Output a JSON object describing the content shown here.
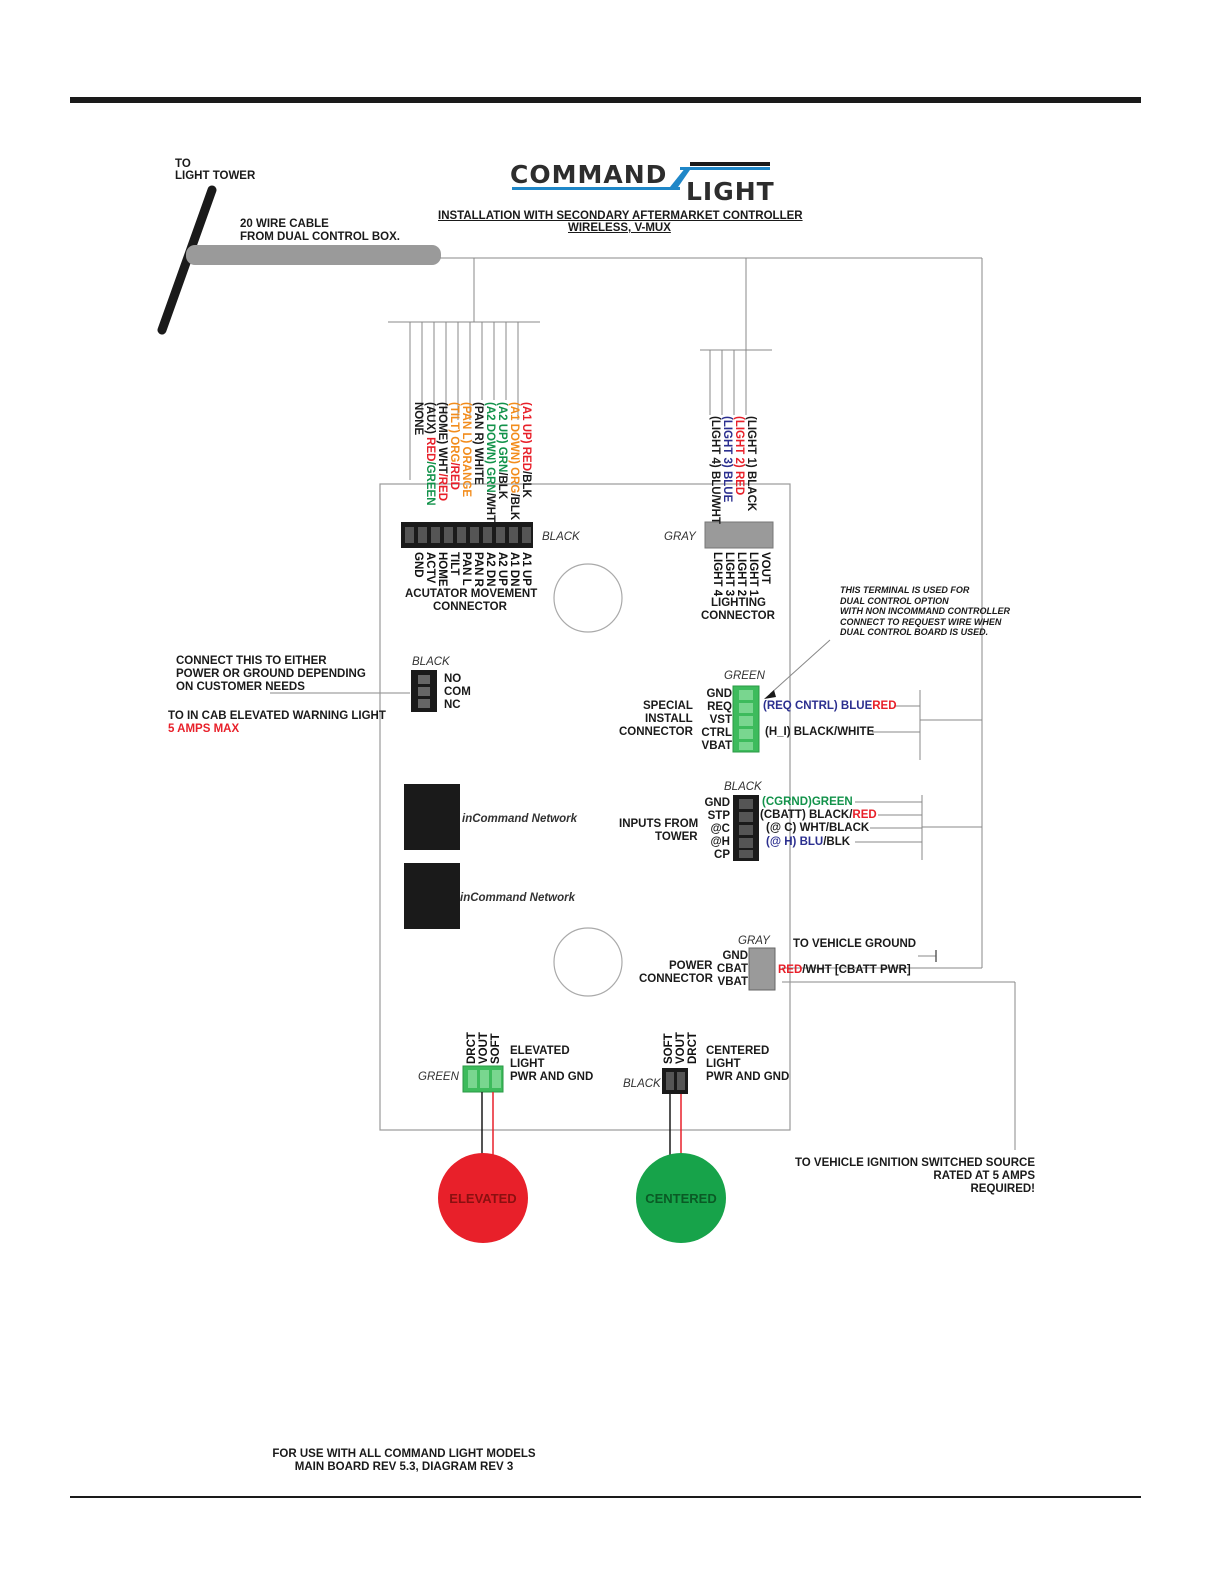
{
  "logo": {
    "word1": "COMMAND",
    "word2": "LIGHT"
  },
  "header": {
    "line1": "INSTALLATION WITH SECONDARY AFTERMARKET CONTROLLER",
    "line2": "WIRELESS, V-MUX"
  },
  "tower": {
    "line1": "TO",
    "line2": "LIGHT TOWER"
  },
  "cable": {
    "line1": "20 WIRE CABLE",
    "line2": "FROM DUAL CONTROL BOX."
  },
  "actuator": {
    "color": "BLACK",
    "wires": [
      {
        "pre": "(A1 UP) ",
        "pre_color": "red",
        "a": "RED",
        "a_color": "red",
        "b": "/BLK",
        "b_color": "black"
      },
      {
        "pre": "(A1 DOWN) ",
        "pre_color": "orange",
        "a": "ORG",
        "a_color": "orange",
        "b": "/BLK",
        "b_color": "black"
      },
      {
        "pre": "(A2 UP) ",
        "pre_color": "green",
        "a": "GRN",
        "a_color": "green",
        "b": "/BLK",
        "b_color": "black"
      },
      {
        "pre": "(A2 DOWN) ",
        "pre_color": "green",
        "a": "GRN",
        "a_color": "green",
        "b": "/WHT",
        "b_color": "black"
      },
      {
        "pre": "(PAN R) ",
        "pre_color": "black",
        "a": "WHITE",
        "a_color": "black",
        "b": "",
        "b_color": "black"
      },
      {
        "pre": "(PAN L) ",
        "pre_color": "orange",
        "a": "ORANGE",
        "a_color": "orange",
        "b": "",
        "b_color": "black"
      },
      {
        "pre": "(TILT) ",
        "pre_color": "orange",
        "a": "ORG",
        "a_color": "orange",
        "b": "/RED",
        "b_color": "red"
      },
      {
        "pre": "(HOME) ",
        "pre_color": "black",
        "a": "WHT",
        "a_color": "black",
        "b": "/RED",
        "b_color": "red"
      },
      {
        "pre": "(AUX) ",
        "pre_color": "black",
        "a": "RED",
        "a_color": "red",
        "b": "/GREEN",
        "b_color": "green"
      },
      {
        "pre": "NONE",
        "pre_color": "black",
        "a": "",
        "a_color": "black",
        "b": "",
        "b_color": "black"
      }
    ],
    "pins": [
      "A1 UP",
      "A1 DN",
      "A2 UP",
      "A2 DN",
      "PAN R",
      "PAN L",
      "TILT",
      "HOME",
      "ACTV",
      "GND"
    ],
    "label1": "ACUTATOR MOVEMENT",
    "label2": "CONNECTOR"
  },
  "lighting": {
    "color": "GRAY",
    "wires": [
      {
        "pre": "(LIGHT 1) ",
        "pre_color": "black",
        "a": "BLACK",
        "a_color": "black"
      },
      {
        "pre": "(LIGHT 2) ",
        "pre_color": "red",
        "a": "RED",
        "a_color": "red"
      },
      {
        "pre": "(LIGHT 3) ",
        "pre_color": "blue",
        "a": "BLUE",
        "a_color": "blue"
      },
      {
        "pre": "(LIGHT 4) ",
        "pre_color": "black",
        "a": "BLU/WHT",
        "a_color": "black"
      }
    ],
    "pins": [
      "VOUT",
      "LIGHT 1",
      "LIGHT 2",
      "LIGHT 3",
      "LIGHT 4"
    ],
    "label1": "LIGHTING",
    "label2": "CONNECTOR"
  },
  "note": [
    "THIS TERMINAL IS USED FOR",
    "DUAL CONTROL OPTION",
    "WITH NON INCOMMAND CONTROLLER",
    "CONNECT TO REQUEST WIRE WHEN",
    "DUAL CONTROL BOARD IS USED."
  ],
  "relay": {
    "color": "BLACK",
    "pins": [
      "NO",
      "COM",
      "NC"
    ],
    "note1": "CONNECT THIS TO EITHER",
    "note2": "POWER OR GROUND DEPENDING",
    "note3": "ON CUSTOMER NEEDS",
    "warn1": "TO IN CAB ELEVATED WARNING LIGHT",
    "warn2": "5 AMPS MAX"
  },
  "special": {
    "color": "GREEN",
    "label1": "SPECIAL",
    "label2": "INSTALL",
    "label3": "CONNECTOR",
    "pins": [
      "GND",
      "REQ",
      "VST",
      "CTRL",
      "VBAT"
    ],
    "req_wire_a": "(REQ CNTRL) BLUE",
    "req_wire_b": "RED",
    "ctrl_wire": "(H_I) BLACK/WHITE"
  },
  "inputs": {
    "color": "BLACK",
    "label1": "INPUTS FROM",
    "label2": "TOWER",
    "pins": [
      "GND",
      "STP",
      "@C",
      "@H",
      "CP"
    ],
    "w_gnd": "(CGRND)GREEN",
    "w_stp_a": "(CBATT) BLACK/",
    "w_stp_b": "RED",
    "w_c": "(@ C) WHT/BLACK",
    "w_h_a": "(@ H) ",
    "w_h_b": "BLU",
    "w_h_c": "/BLK"
  },
  "network": {
    "label1": "inCommand Network",
    "label2": "inCommand Network"
  },
  "power": {
    "color": "GRAY",
    "label1": "POWER",
    "label2": "CONNECTOR",
    "pins": [
      "GND",
      "CBAT",
      "VBAT"
    ],
    "ground": "TO VEHICLE GROUND",
    "cbatt_a": "RED",
    "cbatt_b": "/WHT [CBATT PWR]"
  },
  "elevated": {
    "color": "GREEN",
    "pins": [
      "DRCT",
      "VOUT",
      "SOFT"
    ],
    "label1": "ELEVATED",
    "label2": "LIGHT",
    "label3": "PWR AND GND",
    "lamp": "ELEVATED"
  },
  "centered": {
    "color": "BLACK",
    "pins": [
      "SOFT",
      "VOUT",
      "DRCT"
    ],
    "label1": "CENTERED",
    "label2": "LIGHT",
    "label3": "PWR AND GND",
    "lamp": "CENTERED"
  },
  "ignition": {
    "line1": "TO VEHICLE IGNITION SWITCHED SOURCE",
    "line2": "RATED AT 5 AMPS",
    "line3": "REQUIRED!"
  },
  "footer": {
    "line1": "FOR USE WITH ALL COMMAND LIGHT MODELS",
    "line2": "MAIN BOARD REV 5.3, DIAGRAM REV 3"
  },
  "colors": {
    "red": "#e8202a",
    "green": "#12924a",
    "orange": "#f28c1c",
    "blue": "#2b2f8f",
    "lamp_red": "#e8202a",
    "lamp_green": "#17a34a",
    "conn_green": "#3dbb5c",
    "conn_gray": "#9a9a9a"
  }
}
